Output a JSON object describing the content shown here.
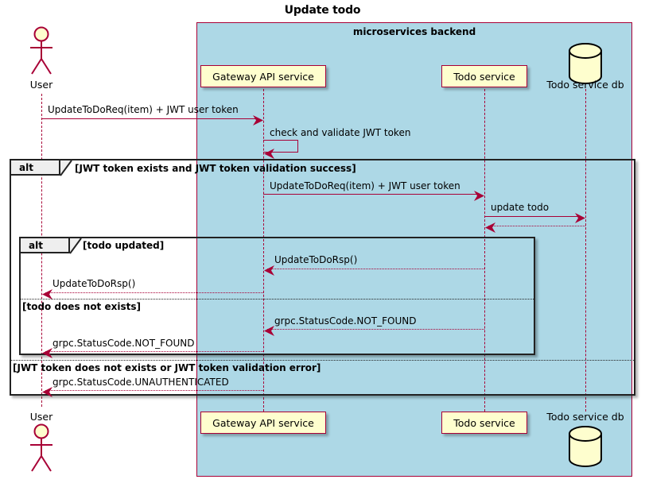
{
  "diagram": {
    "title": "Update todo",
    "type": "uml-sequence-diagram"
  },
  "group_box": {
    "label": "microservices backend",
    "fill_color": "#ADD8E6",
    "border_color": "#A80036"
  },
  "colors": {
    "accent": "#A80036",
    "participant_fill": "#FEFECE",
    "group_fill": "#ADD8E6",
    "frame_stroke": "#222222",
    "tab_fill": "#EEEEEE"
  },
  "participants": [
    {
      "id": "user",
      "label": "User",
      "kind": "actor",
      "bottom_label": "User"
    },
    {
      "id": "gateway",
      "label": "Gateway API service",
      "kind": "participant",
      "bottom_label": "Gateway API service"
    },
    {
      "id": "todo",
      "label": "Todo service",
      "kind": "participant",
      "bottom_label": "Todo service"
    },
    {
      "id": "db",
      "label": "Todo service db",
      "kind": "database",
      "bottom_label": "Todo service db"
    }
  ],
  "messages": [
    {
      "id": "m1",
      "from": "user",
      "to": "gateway",
      "label": "UpdateToDoReq(item) + JWT user token",
      "style": "solid"
    },
    {
      "id": "m2",
      "from": "gateway",
      "to": "gateway",
      "label": "check and validate JWT token",
      "style": "solid-self"
    },
    {
      "id": "m3",
      "from": "gateway",
      "to": "todo",
      "label": "UpdateToDoReq(item) + JWT user token",
      "style": "solid"
    },
    {
      "id": "m4",
      "from": "todo",
      "to": "db",
      "label": "update todo",
      "style": "solid"
    },
    {
      "id": "m5",
      "from": "db",
      "to": "todo",
      "label": "",
      "style": "dotted"
    },
    {
      "id": "m6",
      "from": "todo",
      "to": "gateway",
      "label": "UpdateToDoRsp()",
      "style": "dotted"
    },
    {
      "id": "m7",
      "from": "gateway",
      "to": "user",
      "label": "UpdateToDoRsp()",
      "style": "dotted"
    },
    {
      "id": "m8",
      "from": "todo",
      "to": "gateway",
      "label": "grpc.StatusCode.NOT_FOUND",
      "style": "dotted"
    },
    {
      "id": "m9",
      "from": "gateway",
      "to": "user",
      "label": "grpc.StatusCode.NOT_FOUND",
      "style": "dotted"
    },
    {
      "id": "m10",
      "from": "gateway",
      "to": "user",
      "label": "grpc.StatusCode.UNAUTHENTICATED",
      "style": "dotted"
    }
  ],
  "fragments": {
    "outer": {
      "keyword": "alt",
      "conditions": [
        "[JWT token exists and JWT token validation success]",
        "[JWT token does not exists or JWT token validation error]"
      ]
    },
    "inner": {
      "keyword": "alt",
      "conditions": [
        "[todo updated]",
        "[todo does not exists]"
      ]
    }
  }
}
